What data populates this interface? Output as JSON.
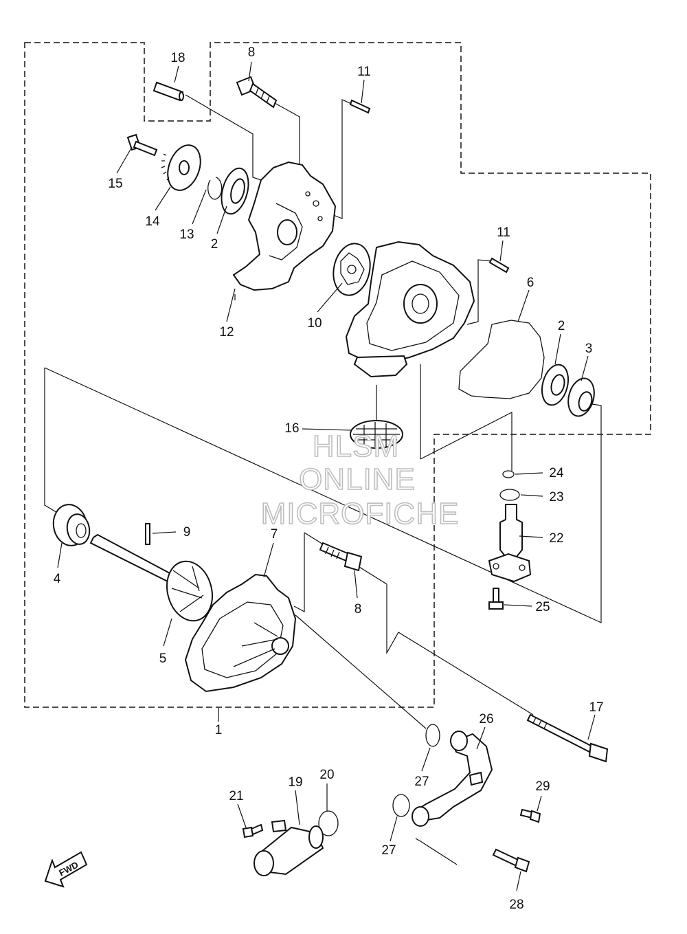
{
  "diagram": {
    "callouts": [
      {
        "id": "c18a",
        "text": "18",
        "name": "callout-18"
      },
      {
        "id": "c8a",
        "text": "8",
        "name": "callout-8-top"
      },
      {
        "id": "c11a",
        "text": "11",
        "name": "callout-11-top"
      },
      {
        "id": "c15",
        "text": "15",
        "name": "callout-15"
      },
      {
        "id": "c14",
        "text": "14",
        "name": "callout-14"
      },
      {
        "id": "c13",
        "text": "13",
        "name": "callout-13"
      },
      {
        "id": "c2a",
        "text": "2",
        "name": "callout-2-left"
      },
      {
        "id": "c12",
        "text": "12",
        "name": "callout-12"
      },
      {
        "id": "c10",
        "text": "10",
        "name": "callout-10"
      },
      {
        "id": "c11b",
        "text": "11",
        "name": "callout-11-right"
      },
      {
        "id": "c6",
        "text": "6",
        "name": "callout-6"
      },
      {
        "id": "c2b",
        "text": "2",
        "name": "callout-2-right"
      },
      {
        "id": "c3",
        "text": "3",
        "name": "callout-3"
      },
      {
        "id": "c16",
        "text": "16",
        "name": "callout-16"
      },
      {
        "id": "c24",
        "text": "24",
        "name": "callout-24"
      },
      {
        "id": "c23",
        "text": "23",
        "name": "callout-23"
      },
      {
        "id": "c22",
        "text": "22",
        "name": "callout-22"
      },
      {
        "id": "c25",
        "text": "25",
        "name": "callout-25"
      },
      {
        "id": "c9",
        "text": "9",
        "name": "callout-9"
      },
      {
        "id": "c4",
        "text": "4",
        "name": "callout-4"
      },
      {
        "id": "c7",
        "text": "7",
        "name": "callout-7"
      },
      {
        "id": "c8b",
        "text": "8",
        "name": "callout-8-bottom"
      },
      {
        "id": "c5",
        "text": "5",
        "name": "callout-5"
      },
      {
        "id": "c1",
        "text": "1",
        "name": "callout-1"
      },
      {
        "id": "c17",
        "text": "17",
        "name": "callout-17"
      },
      {
        "id": "c26",
        "text": "26",
        "name": "callout-26"
      },
      {
        "id": "c27a",
        "text": "27",
        "name": "callout-27-upper"
      },
      {
        "id": "c29",
        "text": "29",
        "name": "callout-29"
      },
      {
        "id": "c20",
        "text": "20",
        "name": "callout-20"
      },
      {
        "id": "c19",
        "text": "19",
        "name": "callout-19"
      },
      {
        "id": "c21",
        "text": "21",
        "name": "callout-21"
      },
      {
        "id": "c27b",
        "text": "27",
        "name": "callout-27-lower"
      },
      {
        "id": "c28",
        "text": "28",
        "name": "callout-28"
      }
    ],
    "watermark": [
      "HLSM",
      "ONLINE",
      "MICROFICHE"
    ],
    "fwd_label": "FWD"
  }
}
